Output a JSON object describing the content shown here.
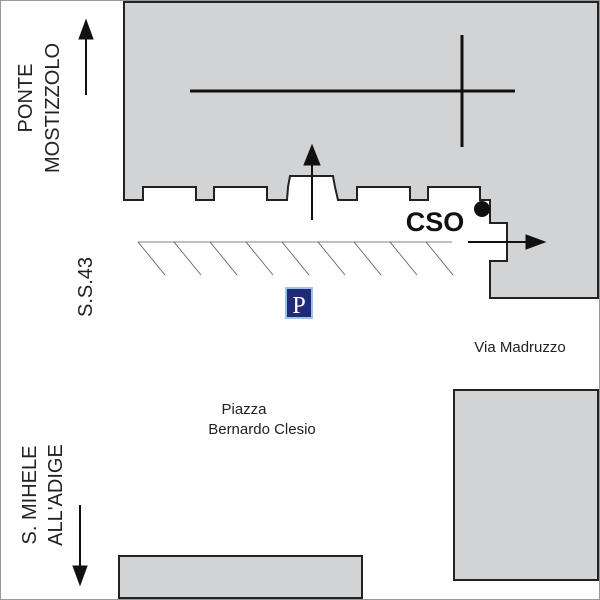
{
  "labels": {
    "ponte": "PONTE",
    "mostizzolo": "MOSTIZZOLO",
    "ss43": "S.S.43",
    "s_mihele": "S. MIHELE",
    "all_adige": "ALL'ADIGE",
    "cso": "CSO",
    "parking": "P",
    "via_madruzzo": "Via Madruzzo",
    "piazza": "Piazza",
    "bernardo_clesio": "Bernardo Clesio"
  },
  "colors": {
    "building": "#d2d3d5",
    "parking": "#1f2a7a",
    "line": "#111111"
  }
}
